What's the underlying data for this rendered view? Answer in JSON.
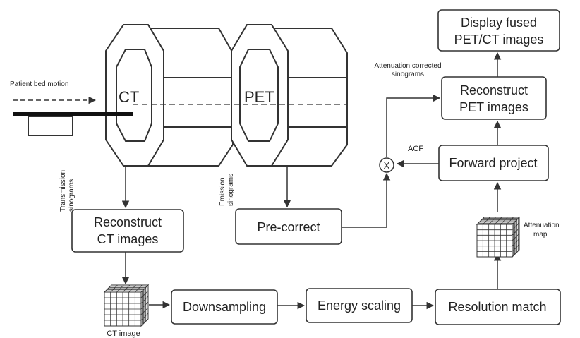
{
  "scanner": {
    "ct_label": "CT",
    "pet_label": "PET",
    "bed_motion_label": "Patient bed motion"
  },
  "labels": {
    "transmission_l1": "Transmission",
    "transmission_l2": "sinograms",
    "emission_l1": "Emission",
    "emission_l2": "sinograms",
    "atten_corr_l1": "Attenuation corrected",
    "atten_corr_l2": "sinograms",
    "acf": "ACF",
    "atten_map_l1": "Attenuation",
    "atten_map_l2": "map",
    "ct_image": "CT image",
    "multiply": "X"
  },
  "boxes": {
    "reconstruct_ct_l1": "Reconstruct",
    "reconstruct_ct_l2": "CT images",
    "pre_correct": "Pre-correct",
    "downsampling": "Downsampling",
    "energy_scaling": "Energy scaling",
    "resolution_match": "Resolution match",
    "forward_project": "Forward project",
    "reconstruct_pet_l1": "Reconstruct",
    "reconstruct_pet_l2": "PET images",
    "display_fused_l1": "Display fused",
    "display_fused_l2": "PET/CT images"
  }
}
